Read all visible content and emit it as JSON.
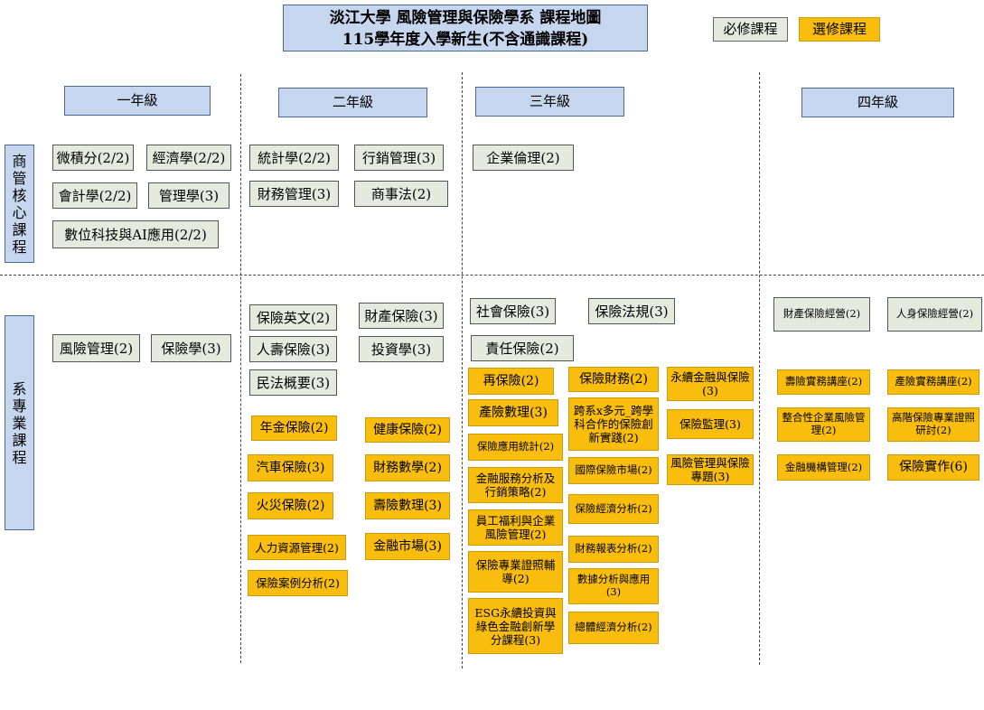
{
  "title": {
    "line1": "淡江大學 風險管理與保險學系 課程地圖",
    "line2": "115學年度入學新生(不含通識課程)"
  },
  "legend": {
    "required": "必修課程",
    "elective": "選修課程"
  },
  "colors": {
    "header": "#c6d6ef",
    "required": "#e6e9dd",
    "elective": "#f9bd0e"
  },
  "years": [
    "一年級",
    "二年級",
    "三年級",
    "四年級"
  ],
  "rows": {
    "core": "商管核心課程",
    "major": "系專業課程"
  },
  "courses": {
    "y1_core": [
      "微積分(2/2)",
      "經濟學(2/2)",
      "會計學(2/2)",
      "管理學(3)",
      "數位科技與AI應用(2/2)"
    ],
    "y2_core": [
      "統計學(2/2)",
      "行銷管理(3)",
      "財務管理(3)",
      "商事法(2)"
    ],
    "y3_core": [
      "企業倫理(2)"
    ],
    "y1_major": [
      "風險管理(2)",
      "保險學(3)"
    ],
    "y2_major_req": [
      "保險英文(2)",
      "財產保險(3)",
      "人壽保險(3)",
      "投資學(3)",
      "民法概要(3)"
    ],
    "y2_major_ele": [
      "年金保險(2)",
      "健康保險(2)",
      "汽車保險(3)",
      "財務數學(2)",
      "火災保險(2)",
      "壽險數理(3)",
      "人力資源管理(2)",
      "金融市場(3)",
      "保險案例分析(2)"
    ],
    "y3_major_req": [
      "社會保險(3)",
      "保險法規(3)",
      "責任保險(2)"
    ],
    "y3_major_ele": [
      "再保險(2)",
      "保險財務(2)",
      "永續金融與保險(3)",
      "產險數理(3)",
      "跨系x多元_跨學科合作的保險創新實踐(2)",
      "保險監理(3)",
      "保險應用統計(2)",
      "國際保險市場(2)",
      "風險管理與保險專題(3)",
      "金融服務分析及行銷策略(2)",
      "保險經濟分析(2)",
      "員工福利與企業風險管理(2)",
      "財務報表分析(2)",
      "保險專業證照輔導(2)",
      "數據分析與應用(3)",
      "ESG永續投資與綠色金融創新學分課程(3)",
      "總體經濟分析(2)"
    ],
    "y4_major_req": [
      "財產保險經營(2)",
      "人身保險經營(2)"
    ],
    "y4_major_ele": [
      "壽險實務講座(2)",
      "產險實務講座(2)",
      "整合性企業風險管理(2)",
      "高階保險專業證照研討(2)",
      "金融機構管理(2)",
      "保險實作(6)"
    ]
  }
}
